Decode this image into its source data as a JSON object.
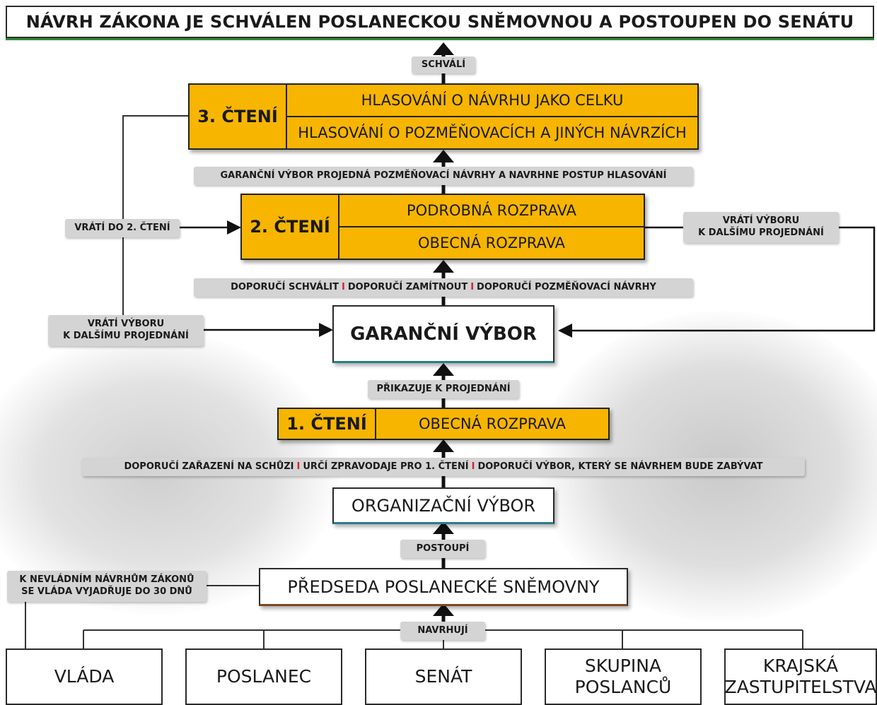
{
  "title": "NÁVRH ZÁKONA JE SCHVÁLEN POSLANECKOU SNĚMOVNOU A POSTOUPEN DO SENÁTU",
  "labels": {
    "approves": "SCHVÁLÍ",
    "committee_amendments": "GARANČNÍ VÝBOR PROJEDNÁ POZMĚŇOVACÍ NÁVRHY A NAVRHNE POSTUP HLASOVÁNÍ",
    "return_to_second": "VRÁTÍ DO 2. ČTENÍ",
    "return_committee_right_1": "VRÁTÍ VÝBORU",
    "return_committee_right_2": "K DALŠÍMU PROJEDNÁNÍ",
    "recommend_1": "DOPORUČÍ SCHVÁLIT",
    "recommend_2": "DOPORUČÍ ZAMÍTNOUT",
    "recommend_3": "DOPORUČÍ POZMĚŇOVACÍ NÁVRHY",
    "return_committee_left_1": "VRÁTÍ VÝBORU",
    "return_committee_left_2": "K DALŠÍMU PROJEDNÁNÍ",
    "assigns": "PŘIKAZUJE K PROJEDNÁNÍ",
    "org_1": "DOPORUČÍ ZAŘAZENÍ NA SCHŮZI",
    "org_2": "URČÍ ZPRAVODAJE PRO 1. ČTENÍ",
    "org_3": "DOPORUČÍ VÝBOR, KTERÝ SE NÁVRHEM BUDE ZABÝVAT",
    "forwards": "POSTOUPÍ",
    "govt_note_1": "K NEVLÁDNÍM NÁVRHŮM ZÁKONŮ",
    "govt_note_2": "SE VLÁDA VYJADŘUJE DO 30 DNŮ",
    "propose": "NAVRHUJÍ",
    "separator": "I"
  },
  "readings": {
    "third": {
      "head": "3. ČTENÍ",
      "row1": "HLASOVÁNÍ O NÁVRHU JAKO CELKU",
      "row2": "HLASOVÁNÍ O POZMĚŇOVACÍCH A JINÝCH NÁVRZÍCH"
    },
    "second": {
      "head": "2. ČTENÍ",
      "row1": "PODROBNÁ ROZPRAVA",
      "row2": "OBECNÁ ROZPRAVA"
    },
    "first": {
      "head": "1. ČTENÍ",
      "row1": "OBECNÁ ROZPRAVA"
    }
  },
  "boxes": {
    "guarantee_committee": "GARANČNÍ VÝBOR",
    "organizing_committee": "ORGANIZAČNÍ VÝBOR",
    "chair": "PŘEDSEDA POSLANECKÉ SNĚMOVNY"
  },
  "sources": [
    {
      "line1": "VLÁDA",
      "line2": ""
    },
    {
      "line1": "POSLANEC",
      "line2": ""
    },
    {
      "line1": "SENÁT",
      "line2": ""
    },
    {
      "line1": "SKUPINA",
      "line2": "POSLANCŮ"
    },
    {
      "line1": "KRAJSKÁ",
      "line2": "ZASTUPITELSTVA"
    }
  ],
  "colors": {
    "stage": "#f7b500",
    "label": "#d4d4d4",
    "separator": "#d6222a",
    "title_underline": "#2e8b3a"
  }
}
